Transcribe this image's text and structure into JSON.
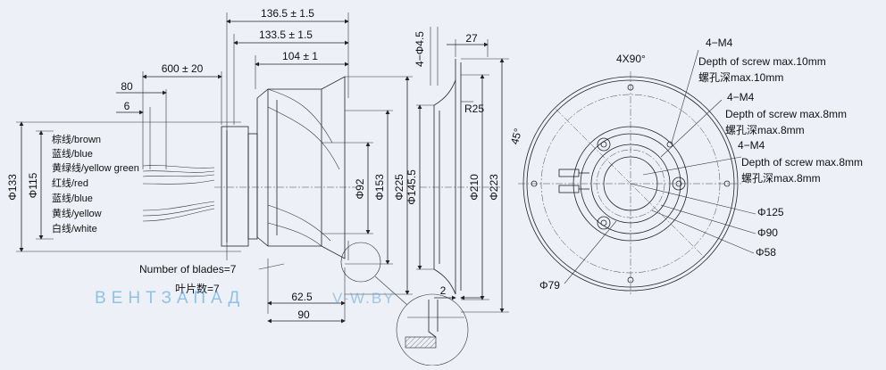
{
  "side_view": {
    "dimensions": {
      "overall_length": "136.5 ± 1.5",
      "mid_length": "133.5 ± 1.5",
      "impeller_length": "104 ± 1",
      "cable_length": "600 ± 20",
      "strip_length": "80",
      "bare_length": "6",
      "dia_133": "Φ133",
      "dia_115": "Φ115",
      "dia_92": "Φ92",
      "dia_153": "Φ153",
      "dia_225": "Φ225",
      "depth_62_5": "62.5",
      "depth_90": "90"
    },
    "wires": [
      "棕线/brown",
      "蓝线/blue",
      "黄绿线/yellow green",
      "红线/red",
      "蓝线/blue",
      "黄线/yellow",
      "白线/white"
    ],
    "blades_en": "Number of blades=7",
    "blades_cn": "叶片数=7"
  },
  "section_view": {
    "dimensions": {
      "holes": "4−Φ4.5",
      "width_27": "27",
      "radius": "R25",
      "dia_145_5": "Φ145.5",
      "dia_210": "Φ210",
      "dia_223": "Φ223",
      "thickness": "2"
    }
  },
  "front_view": {
    "angle_4x90": "4X90°",
    "angle_45": "45°",
    "screws": [
      {
        "code": "4−M4",
        "en": "Depth of screw max.10mm",
        "cn": "螺孔深max.10mm"
      },
      {
        "code": "4−M4",
        "en": "Depth of screw max.8mm",
        "cn": "螺孔深max.8mm"
      },
      {
        "code": "4−M4",
        "en": "Depth of screw max.8mm",
        "cn": "螺孔深max.8mm"
      }
    ],
    "diameters": [
      "Φ125",
      "Φ90",
      "Φ58",
      "Φ79"
    ]
  },
  "watermark": {
    "brand": "ВЕНТЗАПАД",
    "site": "V-W.BY",
    "color": "#3f9ad8"
  }
}
